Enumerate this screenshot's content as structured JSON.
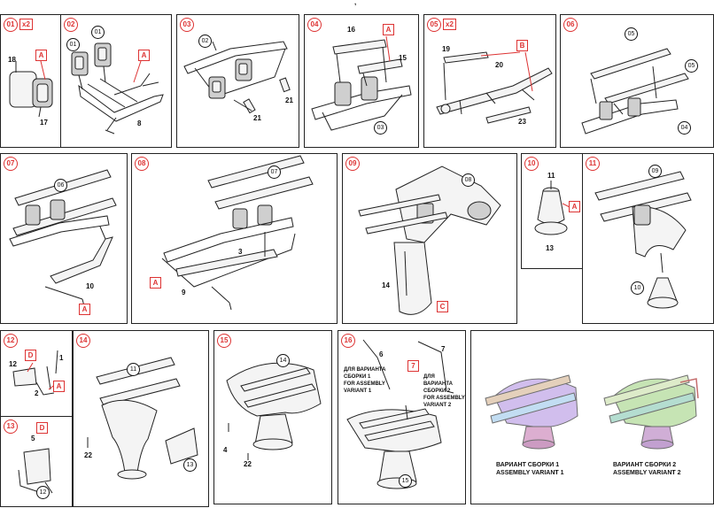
{
  "header": {
    "tick": ","
  },
  "panels": [
    {
      "step": "01",
      "multiplier": "x2",
      "labels": {
        "a": "A",
        "p18": "18",
        "p17": "17"
      }
    },
    {
      "step": "02",
      "labels": {
        "c01a": "01",
        "c01b": "01",
        "a": "A",
        "p8": "8"
      }
    },
    {
      "step": "03",
      "labels": {
        "c02": "02",
        "p21a": "21",
        "p21b": "21"
      }
    },
    {
      "step": "04",
      "labels": {
        "p16": "16",
        "a": "A",
        "p15": "15",
        "c03": "03"
      }
    },
    {
      "step": "05",
      "multiplier": "x2",
      "labels": {
        "p19": "19",
        "b": "B",
        "p20": "20",
        "p23": "23"
      }
    },
    {
      "step": "06",
      "labels": {
        "c05a": "05",
        "c05b": "05",
        "c04": "04"
      }
    },
    {
      "step": "07",
      "labels": {
        "c06": "06",
        "p10": "10",
        "a": "A"
      }
    },
    {
      "step": "08",
      "labels": {
        "c07": "07",
        "p3": "3",
        "a": "A",
        "p9": "9"
      }
    },
    {
      "step": "09",
      "labels": {
        "c08": "08",
        "p14": "14",
        "c": "C"
      }
    },
    {
      "step": "10",
      "labels": {
        "p11": "11",
        "a": "A",
        "p13": "13"
      }
    },
    {
      "step": "11",
      "labels": {
        "c09": "09",
        "c10": "10"
      }
    },
    {
      "step": "12",
      "labels": {
        "d": "D",
        "p12": "12",
        "p1": "1",
        "a": "A",
        "p2": "2"
      }
    },
    {
      "step": "13",
      "labels": {
        "d": "D",
        "p5": "5",
        "c12": "12"
      }
    },
    {
      "step": "14",
      "labels": {
        "c11": "11",
        "p22": "22",
        "c13": "13"
      }
    },
    {
      "step": "15",
      "labels": {
        "c14": "14",
        "p4": "4",
        "p22": "22"
      }
    },
    {
      "step": "16",
      "labels": {
        "p6": "6",
        "p7": "7",
        "box7": "7",
        "c15": "15"
      },
      "notes": {
        "variant1_ru_1": "ДЛЯ ВАРИАНТА",
        "variant1_ru_2": "СБОРКИ 1",
        "variant1_en_1": "FOR ASSEMBLY",
        "variant1_en_2": "VARIANT 1",
        "variant2_ru_1": "ДЛЯ ВАРИАНТА",
        "variant2_ru_2": "СБОРКИ 2",
        "variant2_en_1": "FOR ASSEMBLY",
        "variant2_en_2": "VARIANT 2"
      }
    },
    {
      "step": "",
      "captions": {
        "v1_ru": "ВАРИАНТ СБОРКИ 1",
        "v1_en": "ASSEMBLY VARIANT 1",
        "v2_ru": "ВАРИАНТ СБОРКИ 2",
        "v2_en": "ASSEMBLY VARIANT 2"
      },
      "colors": {
        "variant1_tint": "#b89be0",
        "variant2_tint": "#9ed08a"
      }
    }
  ],
  "colors": {
    "accent": "#d33333",
    "ink": "#222222"
  }
}
